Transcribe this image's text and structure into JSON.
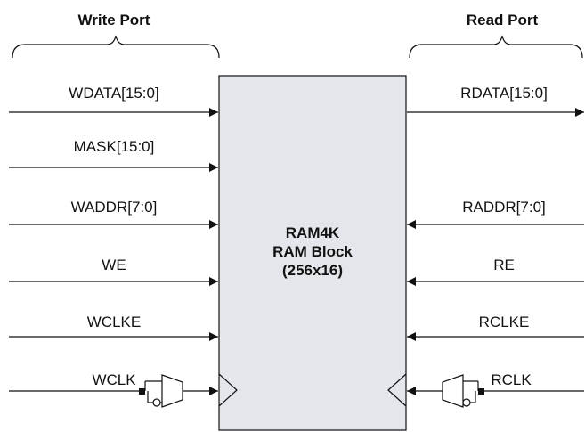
{
  "write_port": {
    "title": "Write Port",
    "signals": [
      "WDATA[15:0]",
      "MASK[15:0]",
      "WADDR[7:0]",
      "WE",
      "WCLKE",
      "WCLK"
    ]
  },
  "read_port": {
    "title": "Read Port",
    "signals": [
      "RDATA[15:0]",
      "RADDR[7:0]",
      "RE",
      "RCLKE",
      "RCLK"
    ]
  },
  "block": {
    "line1": "RAM4K",
    "line2": "RAM Block",
    "line3": "(256x16)"
  },
  "colors": {
    "block_fill": "#e3e6ea",
    "stroke": "#111111"
  }
}
